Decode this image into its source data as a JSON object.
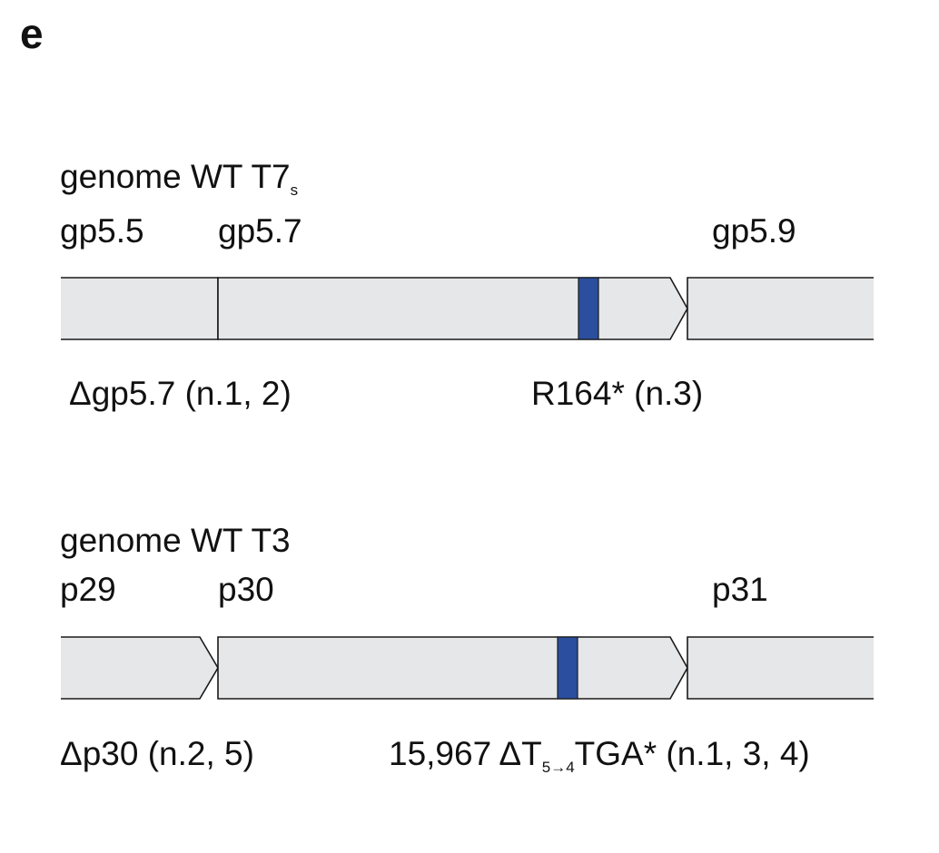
{
  "panel_label": "e",
  "colors": {
    "gene_fill": "#e6e7e8",
    "gene_stroke": "#1a1a1a",
    "mutation_mark": "#2b4f9e"
  },
  "tracks": [
    {
      "title": "genome WT T7",
      "title_subscript": "s",
      "genes": [
        "gp5.5",
        "gp5.7",
        "gp5.9"
      ],
      "mutations": [
        {
          "prefix": "Δ",
          "text": "gp5.7 (n.1, 2)"
        },
        {
          "prefix": "",
          "text": "R164* (n.3)"
        }
      ]
    },
    {
      "title": "genome WT T3",
      "title_subscript": "",
      "genes": [
        "p29",
        "p30",
        "p31"
      ],
      "mutations": [
        {
          "prefix": "Δ",
          "text": "p30 (n.2, 5)"
        },
        {
          "prefix": "15,967 Δ",
          "base": "T",
          "subscript": "5→4",
          "suffix": "TGA* (n.1, 3, 4)"
        }
      ]
    }
  ]
}
